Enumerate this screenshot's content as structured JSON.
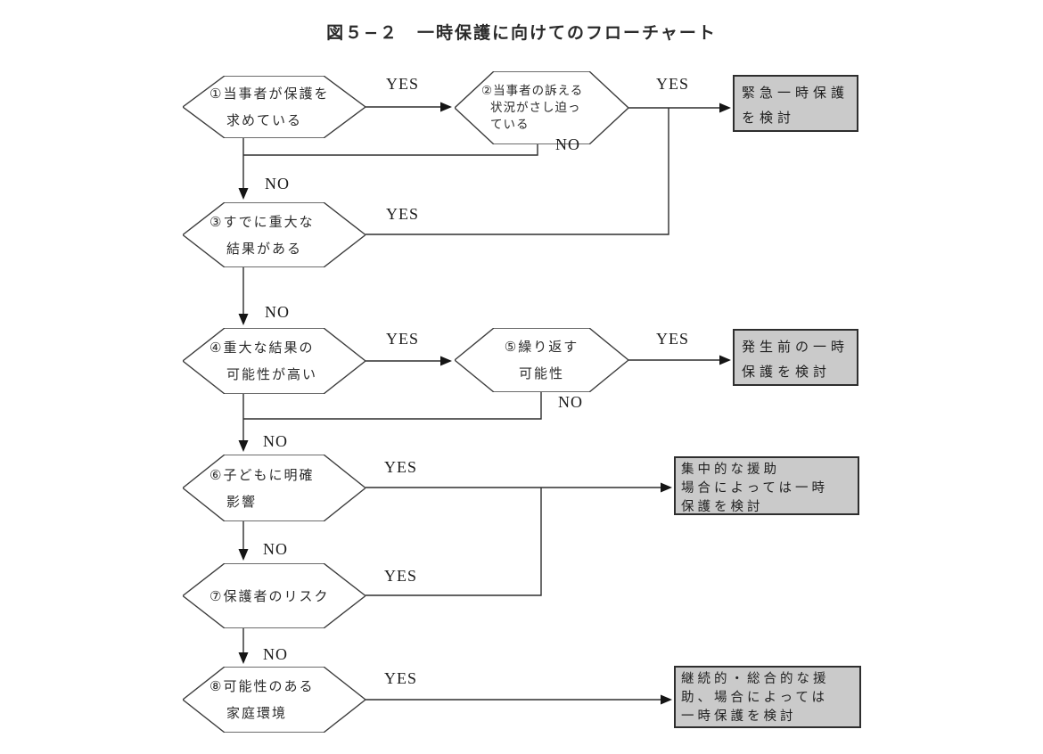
{
  "title": "図５−２　一時保護に向けてのフローチャート",
  "labels": {
    "yes": "YES",
    "no": "NO"
  },
  "nodes": [
    {
      "id": "1",
      "lines": [
        "①当事者が保護を",
        "求めている"
      ]
    },
    {
      "id": "2",
      "lines": [
        "②当事者の訴える",
        "状況がさし迫っ",
        "ている"
      ]
    },
    {
      "id": "3",
      "lines": [
        "③すでに重大な",
        "結果がある"
      ]
    },
    {
      "id": "4",
      "lines": [
        "④重大な結果の",
        "可能性が高い"
      ]
    },
    {
      "id": "5",
      "lines": [
        "⑤繰り返す",
        "可能性"
      ]
    },
    {
      "id": "6",
      "lines": [
        "⑥子どもに明確",
        "影響"
      ]
    },
    {
      "id": "7",
      "lines": [
        "⑦保護者のリスク"
      ]
    },
    {
      "id": "8",
      "lines": [
        "⑧可能性のある",
        "家庭環境"
      ]
    }
  ],
  "outcomes": [
    {
      "id": "emergency",
      "lines": [
        "緊急一時保護",
        "を検討"
      ]
    },
    {
      "id": "pre-occurrence",
      "lines": [
        "発生前の一時",
        "保護を検討"
      ]
    },
    {
      "id": "intensive-support",
      "lines": [
        "集中的な援助",
        "場合によっては一時",
        "保護を検討"
      ]
    },
    {
      "id": "continuous-support",
      "lines": [
        "継続的・総合的な援",
        "助、場合によっては",
        "一時保護を検討"
      ]
    }
  ],
  "colors": {
    "outcome_fill": "#cacaca",
    "line": "#2e2e2e"
  }
}
